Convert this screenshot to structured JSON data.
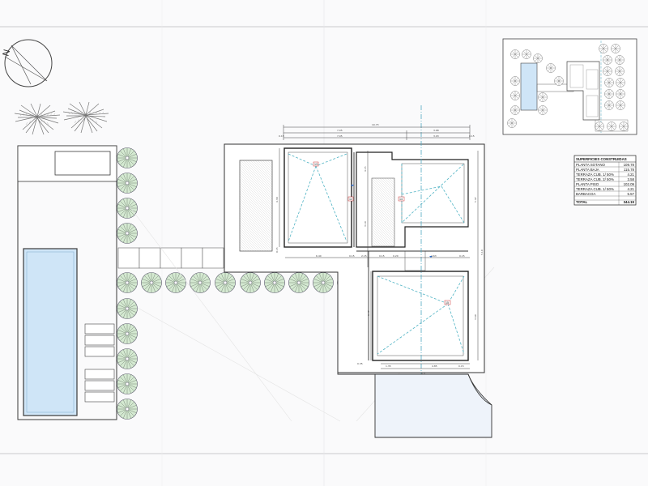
{
  "drawing": {
    "north_label": "N",
    "room_markers": [
      "13",
      "12",
      "14",
      "15"
    ],
    "dimensions": {
      "top_total": "10.73",
      "top_left": "7.05",
      "top_right": "3.68",
      "top_left_inner": "7.05",
      "top_right_inner": "3.03",
      "edge_left": "0.15",
      "edge_right": "0.15",
      "mid_left": "6.40",
      "mid_a": "0.15",
      "mid_b": "2.15",
      "mid_c": "0.15",
      "mid_d": "0.20",
      "mid_e": "4.63",
      "mid_f": "0.15",
      "bottom_a": "1.35",
      "bottom_b": "4.85",
      "bottom_total": "6.0",
      "bottom_c": "0.35",
      "bottom_d": "0.15",
      "side_a": "4.15",
      "side_b": "3.10",
      "side_c": "3.47",
      "side_d": "4.30",
      "side_e": "5.47",
      "side_f": "3.60",
      "side_g": "0.15",
      "side_h": "5.10"
    }
  },
  "surface_table": {
    "title": "SUPERFICIES CONSTRUIDAS",
    "rows": [
      {
        "label": "PLANTA SOTANO",
        "value": "109.78"
      },
      {
        "label": "PLANTA BAJA",
        "value": "115.78"
      },
      {
        "label": "TERRAZA CUB. 1/ 50%",
        "value": "4.21"
      },
      {
        "label": "TERRAZA CUB. 2/ 50%",
        "value": "3.58"
      },
      {
        "label": "PLANTA PISO",
        "value": "102.09"
      },
      {
        "label": "TERRAZA CUB. 1/ 50%",
        "value": "4.21"
      },
      {
        "label": "BARBACOA",
        "value": "5.57"
      }
    ],
    "total_label": "TOTAL",
    "total_value": "344.19"
  },
  "colors": {
    "line": "#3a3a3a",
    "pool": "#cfe5f7",
    "shrub": "#cfe6cc",
    "tree": "#9aa0a6",
    "water_lines": "#4fb3c4",
    "hatch": "#c9c9c9"
  }
}
